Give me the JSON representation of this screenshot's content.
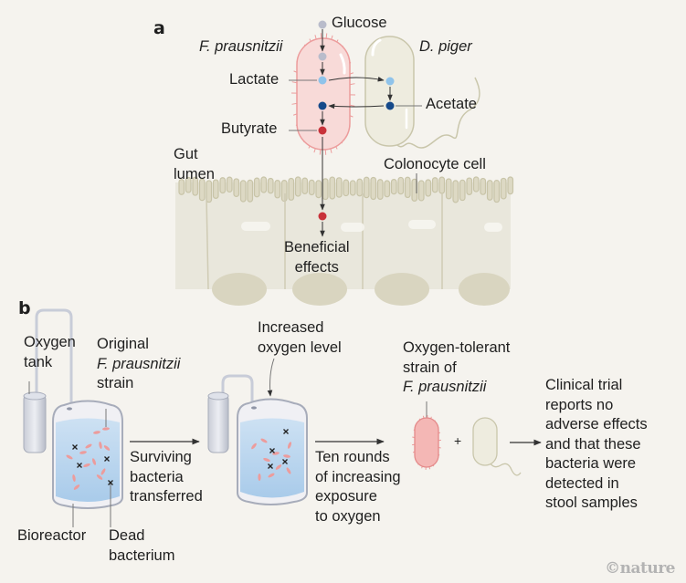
{
  "panel_a": {
    "label": "a",
    "glucose": "Glucose",
    "f_prausnitzii": "F. prausnitzii",
    "d_piger": "D. piger",
    "lactate": "Lactate",
    "acetate": "Acetate",
    "butyrate": "Butyrate",
    "gut_lumen": [
      "Gut",
      "lumen"
    ],
    "colonocyte_cell": "Colonocyte cell",
    "beneficial_effects": [
      "Beneficial",
      "effects"
    ]
  },
  "panel_b": {
    "label": "b",
    "oxygen_tank": [
      "Oxygen",
      "tank"
    ],
    "original_strain": [
      "Original",
      "F. prausnitzii",
      "strain"
    ],
    "surviving": [
      "Surviving",
      "bacteria",
      "transferred"
    ],
    "bioreactor": "Bioreactor",
    "dead_bacterium": [
      "Dead",
      "bacterium"
    ],
    "increased_oxygen": [
      "Increased",
      "oxygen level"
    ],
    "ten_rounds": [
      "Ten rounds",
      "of increasing",
      "exposure",
      "to oxygen"
    ],
    "oxygen_tolerant": [
      "Oxygen-tolerant",
      "strain of",
      "F. prausnitzii"
    ],
    "plus": "+",
    "clinical_trial": [
      "Clinical trial",
      "reports no",
      "adverse effects",
      "and that these",
      "bacteria were",
      "detected in",
      "stool samples"
    ]
  },
  "colors": {
    "glucose": "#b9bccb",
    "lactate": "#8fc3ea",
    "acetate": "#164a8a",
    "butyrate": "#c8323a",
    "f_prausnitzii_fill": "#f7d4d2",
    "f_prausnitzii_stroke": "#ec9c9c",
    "d_piger_fill": "#eeecdf",
    "d_piger_stroke": "#c9c6ab",
    "liquid": "#bcd6ee"
  },
  "credit": "©nature"
}
